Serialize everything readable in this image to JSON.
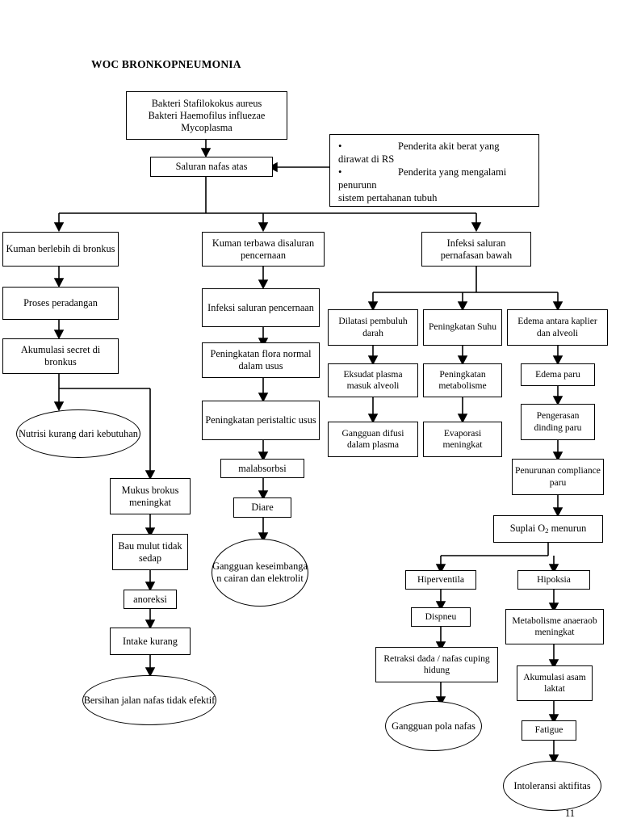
{
  "document": {
    "title": "WOC BRONKOPNEUMONIA",
    "page_number": "11"
  },
  "nodes": {
    "bakteri": "Bakteri Stafilokokus aureus\nBakteri Haemofilus influezae\nMycoplasma",
    "saluran_nafas_atas": "Saluran nafas atas",
    "risk_box": {
      "bullet1_text": "Penderita akit berat yang dirawat di RS",
      "bullet1_line1": "Penderita akit berat yang",
      "bullet1_line2": "dirawat di RS",
      "bullet2_line1": "Penderita yang mengalami",
      "bullet2_line2": "penurunn",
      "bullet2_line3": "sistem pertahanan tubuh",
      "bullet_glyph": "•"
    },
    "kuman_bronkus": "Kuman berlebih di bronkus",
    "proses_peradangan": "Proses peradangan",
    "akumulasi_secret": "Akumulasi secret di bronkus",
    "nutrisi_kurang": "Nutrisi kurang dari kebutuhan",
    "mukus_brokus": "Mukus brokus meningkat",
    "bau_mulut": "Bau mulut tidak sedap",
    "anoreksi": "anoreksi",
    "intake_kurang": "Intake kurang",
    "bersihan_jalan_nafas": "Bersihan jalan nafas tidak efektif",
    "kuman_pencernaan": "Kuman terbawa disaluran pencernaan",
    "infeksi_pencernaan": "Infeksi saluran pencernaan",
    "peningkatan_flora": "Peningkatan flora normal dalam usus",
    "peningkatan_peristaltic": "Peningkatan peristaltic usus",
    "malabsorbsi": "malabsorbsi",
    "diare": "Diare",
    "gangguan_keseimbangan": "Gangguan keseimbanga n cairan dan elektrolit",
    "infeksi_pernafasan": "Infeksi saluran pernafasan bawah",
    "dilatasi": "Dilatasi pembuluh darah",
    "peningkatan_suhu": "Peningkatan Suhu",
    "edema_kaplier": "Edema antara kaplier dan alveoli",
    "eksudat_plasma": "Eksudat plasma masuk alveoli",
    "peningkatan_metabolisme": "Peningkatan metabolisme",
    "edema_paru": "Edema paru",
    "gangguan_difusi": "Gangguan difusi dalam plasma",
    "evaporasi": "Evaporasi meningkat",
    "pengerasan_dinding": "Pengerasan dinding paru",
    "penurunan_compliance": "Penurunan compliance paru",
    "suplai_o2_pre": "Suplai O",
    "suplai_o2_sub": "2",
    "suplai_o2_post": " menurun",
    "hiperventila": "Hiperventila",
    "hipoksia": "Hipoksia",
    "dispneu": "Dispneu",
    "metabolisme_anaerob": "Metabolisme anaeraob meningkat",
    "retraksi_dada": "Retraksi dada / nafas cuping hidung",
    "akumulasi_laktat": "Akumulasi asam laktat",
    "gangguan_pola_nafas": "Gangguan pola nafas",
    "fatigue": "Fatigue",
    "intoleransi": "Intoleransi aktifitas"
  },
  "colors": {
    "stroke": "#000000",
    "background": "#ffffff"
  }
}
